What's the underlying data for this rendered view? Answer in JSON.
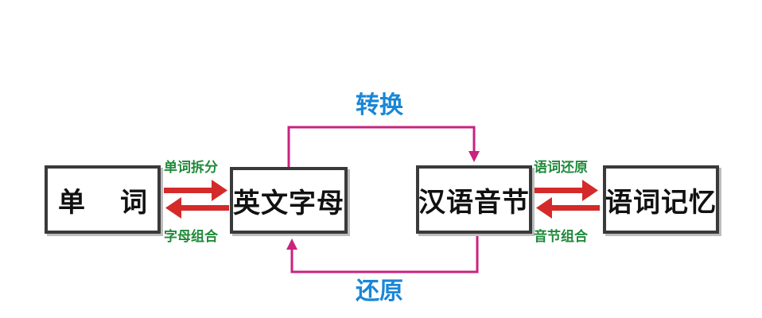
{
  "boxes": {
    "word": {
      "char1": "单",
      "char2": "词"
    },
    "letters": "英文字母",
    "syllables": "汉语音节",
    "memory": "语词记忆"
  },
  "labels": {
    "split": "单词拆分",
    "combine": "字母组合",
    "convert": "转换",
    "restore": "还原",
    "restore_word": "语词还原",
    "syllable_combine": "音节组合"
  },
  "colors": {
    "arrow_red": "#d42a2a",
    "connector_magenta": "#c8237f",
    "label_green": "#1f8a3a",
    "label_blue": "#1a86d6",
    "box_border": "#3a3a3a"
  }
}
